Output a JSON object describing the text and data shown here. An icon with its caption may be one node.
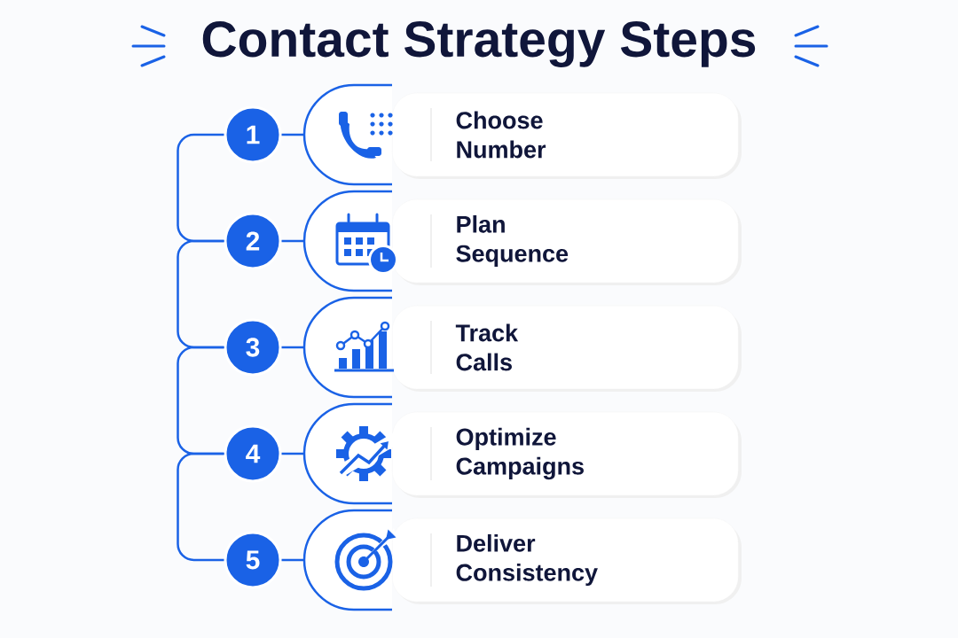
{
  "diagram": {
    "title": "Contact Strategy Steps",
    "nodes": [
      {
        "text": [
          "1"
        ]
      },
      {
        "text": [],
        "shape": "box"
      },
      {
        "text": [
          "Choose Number"
        ]
      },
      {
        "text": [
          "2"
        ]
      },
      {
        "text": [],
        "shape": "box"
      },
      {
        "text": [
          "Plan Sequence"
        ]
      },
      {
        "text": [
          "3"
        ]
      },
      {
        "text": [],
        "shape": "box"
      },
      {
        "text": [
          "Track Calls"
        ]
      },
      {
        "text": [
          "4"
        ]
      },
      {
        "text": [],
        "shape": "box"
      },
      {
        "text": [
          "Optimize Campaigns"
        ]
      },
      {
        "text": [
          "5"
        ]
      },
      {
        "text": [],
        "shape": "box"
      },
      {
        "text": [
          "Deliver Consistency"
        ]
      }
    ],
    "edges": [
      {
        "from": 0,
        "to": 1,
        "arrow": "none"
      },
      {
        "from": 3,
        "to": 4,
        "arrow": "none"
      },
      {
        "from": 6,
        "to": 7,
        "arrow": "none"
      },
      {
        "from": 9,
        "to": 10,
        "arrow": "none"
      },
      {
        "from": 12,
        "to": 13,
        "arrow": "none"
      },
      {
        "from": 0,
        "to": 3,
        "arrow": "none"
      },
      {
        "from": 3,
        "to": 6,
        "arrow": "none"
      },
      {
        "from": 6,
        "to": 9,
        "arrow": "none"
      },
      {
        "from": 9,
        "to": 12,
        "arrow": "none"
      }
    ]
  }
}
